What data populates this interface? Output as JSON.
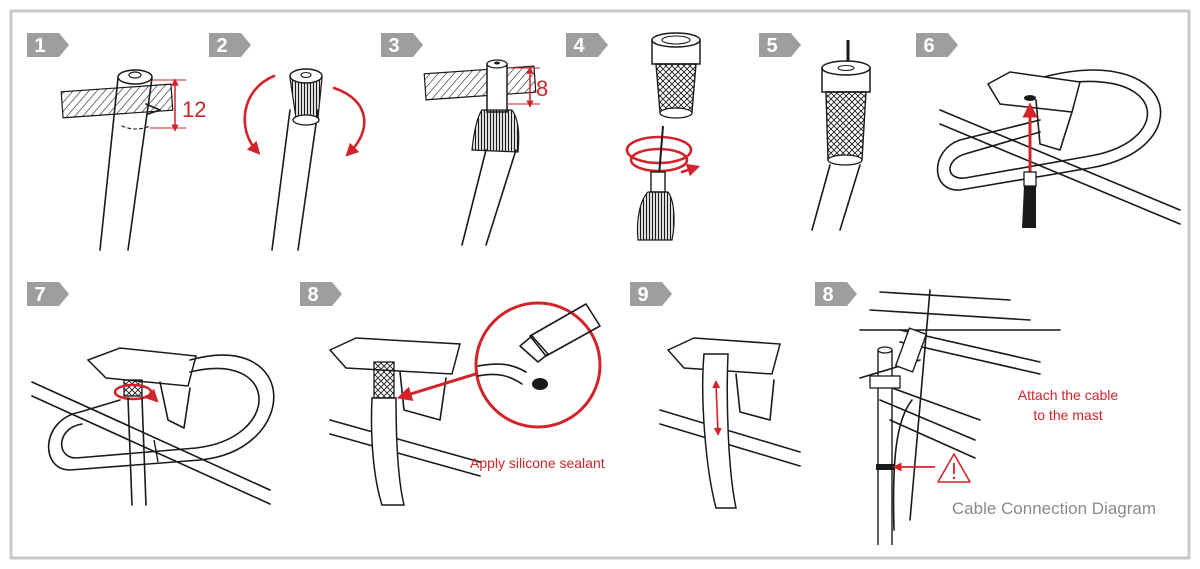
{
  "steps": [
    {
      "number": "1"
    },
    {
      "number": "2"
    },
    {
      "number": "3"
    },
    {
      "number": "4"
    },
    {
      "number": "5"
    },
    {
      "number": "6"
    },
    {
      "number": "7"
    },
    {
      "number": "8"
    },
    {
      "number": "9"
    },
    {
      "number": "8"
    }
  ],
  "dimensions": {
    "step1": "12",
    "step3": "8"
  },
  "annotations": {
    "sealant": "Apply silicone sealant",
    "mast_line1": "Attach the cable",
    "mast_line2": "to the mast"
  },
  "caption": "Cable Connection Diagram",
  "colors": {
    "accent": "#d2232a",
    "badge": "#9e9e9e",
    "frame": "#c8c8c8",
    "line": "#1a1a1a"
  },
  "icons": [
    "warning-triangle-icon",
    "rotate-arrow-icon"
  ]
}
